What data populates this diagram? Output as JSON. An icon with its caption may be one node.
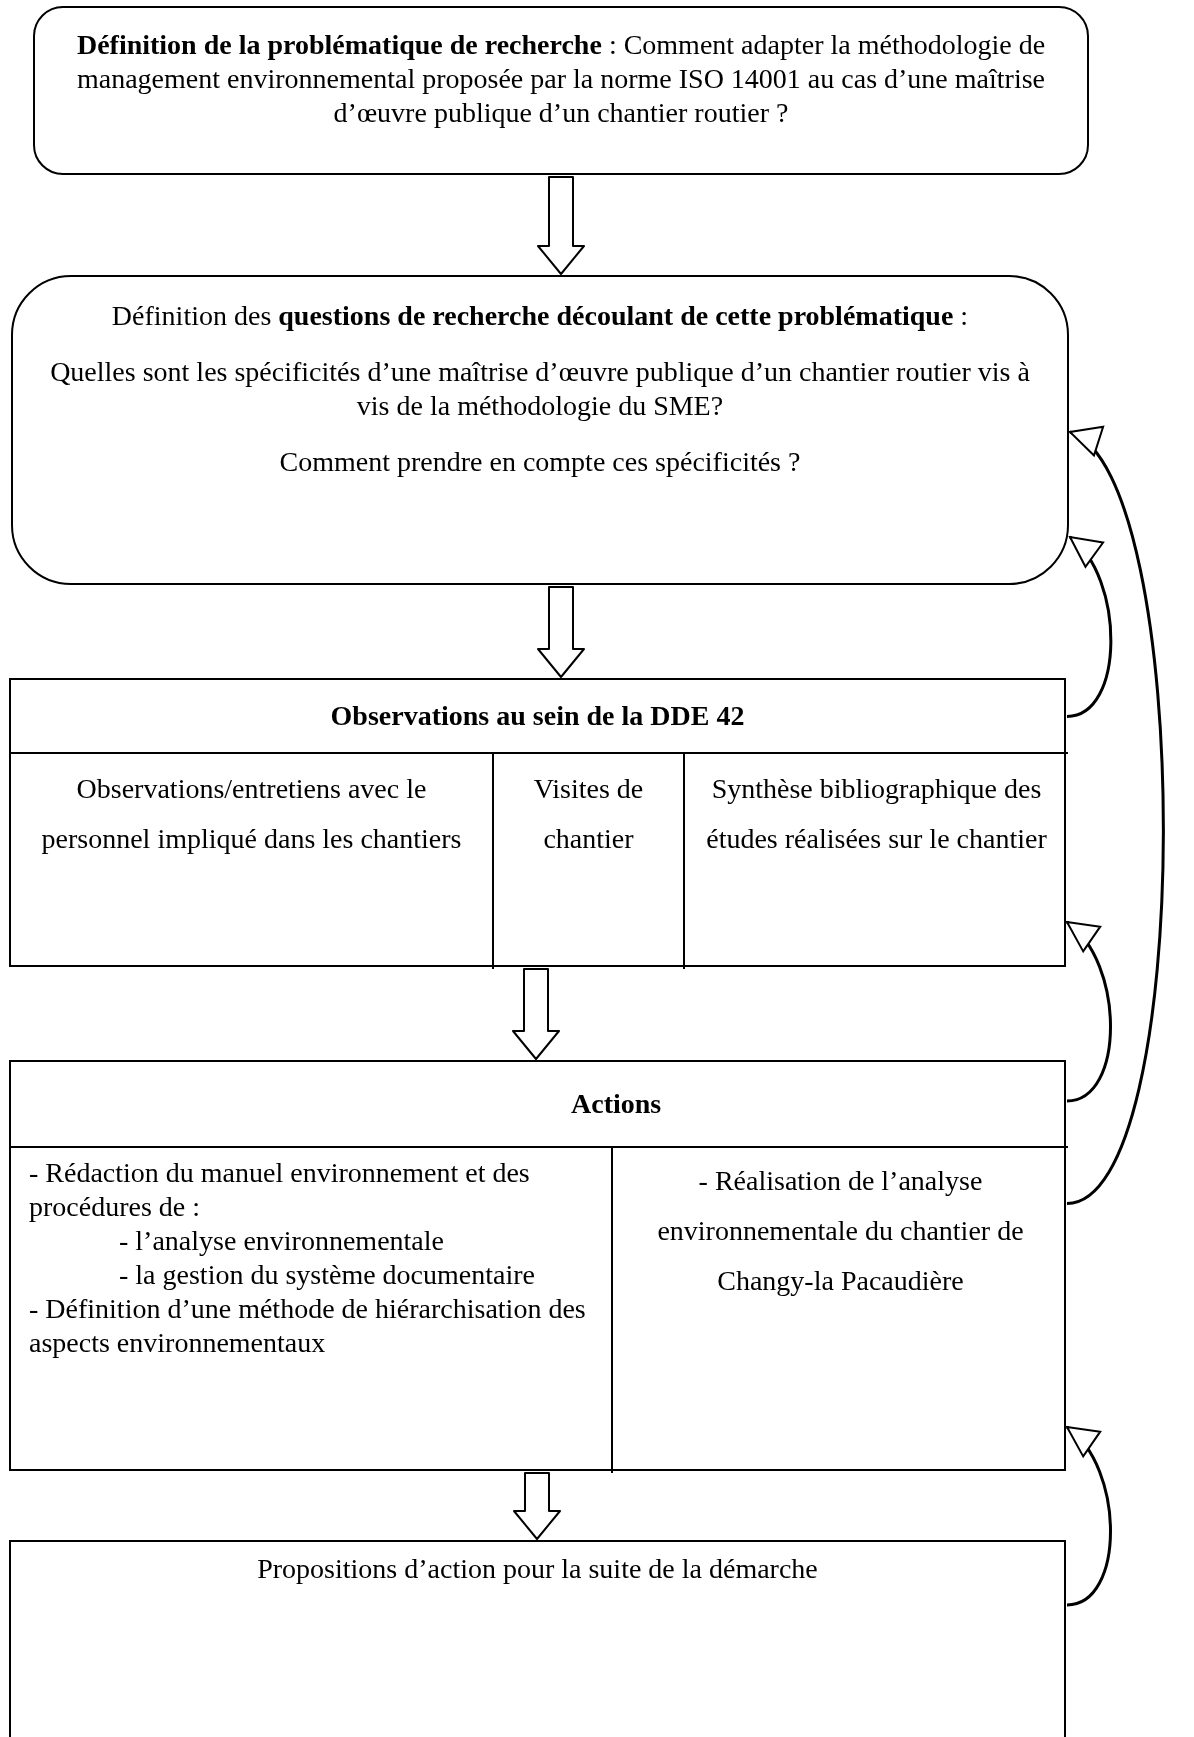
{
  "diagram": {
    "nodes": [
      {
        "text": [
          "**Définition de la problématique de recherche** : Comment adapter la méthodologie de management environnemental proposée par la norme ISO 14001 au cas d’une maîtrise d’œuvre publique d’un chantier routier ?"
        ]
      },
      {
        "text": [
          "Définition des **questions de recherche découlant de cette problématique** :",
          "Quelles sont les spécificités d’une maîtrise d’œuvre publique d’un chantier routier vis à vis de la méthodologie du SME?",
          "Comment prendre en compte ces spécificités ?"
        ]
      },
      {
        "text": [
          "Observations au sein de la DDE 42"
        ]
      },
      {
        "text": [
          "Observations/entretiens avec le personnel impliqué dans les chantiers"
        ],
        "in": 2
      },
      {
        "text": [
          "Visites de chantier"
        ],
        "in": 2
      },
      {
        "text": [
          "Synthèse bibliographique des études réalisées sur le chantier"
        ],
        "in": 2
      },
      {
        "text": [
          "Actions"
        ]
      },
      {
        "text": [
          "- Rédaction du manuel environnement et des procédures de :",
          "- l’analyse environnementale",
          "- la gestion du système documentaire",
          "- Définition d’une méthode de hiérarchisation des aspects environnementaux"
        ],
        "in": 6
      },
      {
        "text": [
          "- Réalisation de l’analyse environnementale du chantier de Changy-la Pacaudière"
        ],
        "in": 6
      },
      {
        "text": [
          "Propositions d’action pour la suite de la démarche"
        ]
      }
    ],
    "edges": [
      {
        "from": 0,
        "to": 1,
        "arrow": "to"
      },
      {
        "from": 1,
        "to": 2,
        "arrow": "to"
      },
      {
        "from": 2,
        "to": 6,
        "arrow": "to"
      },
      {
        "from": 6,
        "to": 9,
        "arrow": "to"
      },
      {
        "from": 2,
        "to": 1,
        "arrow": "to"
      },
      {
        "from": 6,
        "to": 1,
        "arrow": "to"
      },
      {
        "from": 6,
        "to": 2,
        "arrow": "to"
      },
      {
        "from": 9,
        "to": 6,
        "arrow": "to"
      }
    ]
  }
}
